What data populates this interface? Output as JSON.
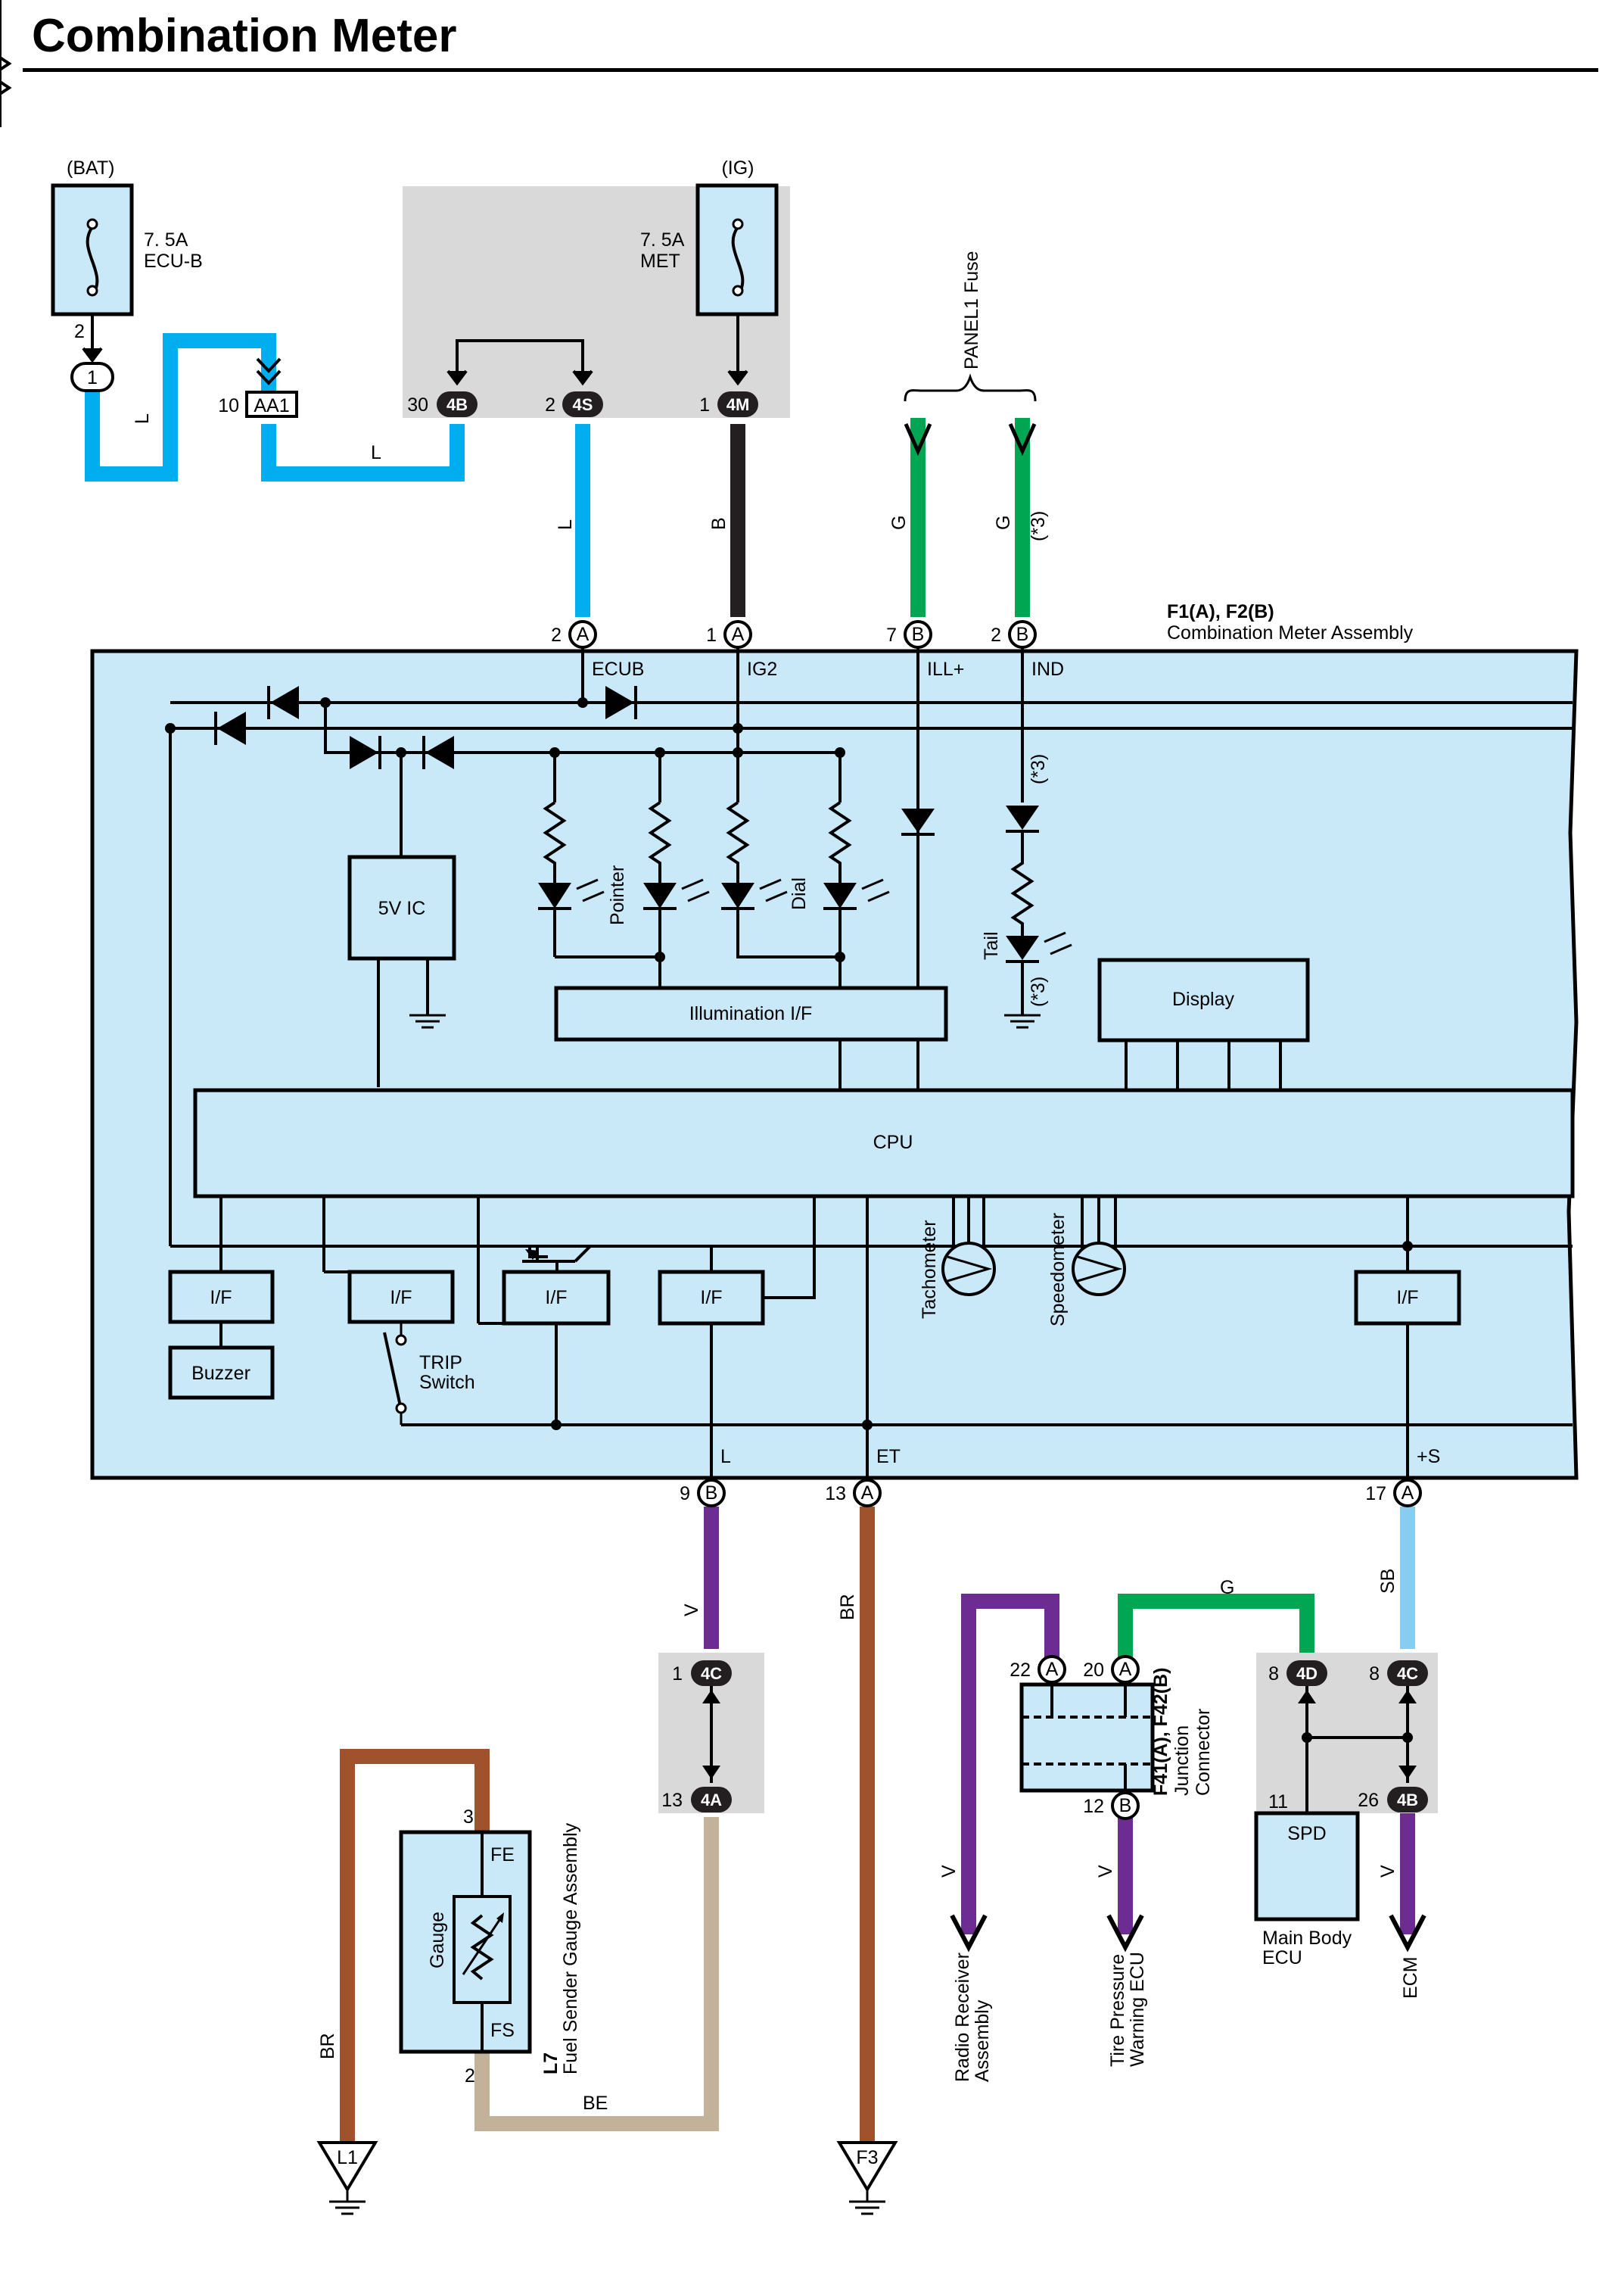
{
  "page": {
    "title": "Combination Meter"
  },
  "colors": {
    "L": "#00aeef",
    "B": "#231f20",
    "G": "#00a651",
    "V": "#6d2c91",
    "BR": "#a0522d",
    "BE": "#c2b29a",
    "SB": "#87cdf2",
    "component_fill": "#c9e8f8",
    "junction_block": "#d9d9d9"
  },
  "fuses": {
    "bat": {
      "source": "(BAT)",
      "rating": "7. 5A",
      "name": "ECU-B",
      "pin": "2"
    },
    "ig": {
      "source": "(IG)",
      "rating": "7. 5A",
      "name": "MET",
      "pin": "1"
    }
  },
  "panel_fuse": {
    "label": "PANEL1 Fuse"
  },
  "connectors": {
    "c1": {
      "pin": "",
      "id": "1"
    },
    "aa1": {
      "pin": "10",
      "id": "AA1"
    },
    "c4b": {
      "pin": "30",
      "id": "4B"
    },
    "c4s": {
      "pin": "2",
      "id": "4S"
    },
    "c4m": {
      "pin": "1",
      "id": "4M"
    },
    "c4c_left": {
      "pin": "1",
      "id": "4C"
    },
    "c4a": {
      "pin": "13",
      "id": "4A"
    },
    "c4d": {
      "pin": "8",
      "id": "4D"
    },
    "c4c_right": {
      "pin": "8",
      "id": "4C"
    },
    "c4b_lower": {
      "pin": "26",
      "id": "4B"
    },
    "j22": {
      "pin": "22",
      "id": "A"
    },
    "j20": {
      "pin": "20",
      "id": "A"
    },
    "j12": {
      "pin": "12",
      "id": "B"
    }
  },
  "wires": {
    "w1": "L",
    "w2": "L",
    "w3": "L",
    "w4": "B",
    "w5": "G",
    "w6": "G",
    "w7": "V",
    "w8": "BR",
    "w9": "BR",
    "w10": "BE",
    "w11": "V",
    "w12": "G",
    "w13": "V",
    "w14": "SB",
    "w15": "V"
  },
  "note_star3": "(*3)",
  "meter": {
    "ref": "F1(A), F2(B)",
    "name": "Combination Meter Assembly",
    "top_pins": [
      {
        "pin": "2",
        "conn": "A",
        "label": "ECUB"
      },
      {
        "pin": "1",
        "conn": "A",
        "label": "IG2"
      },
      {
        "pin": "7",
        "conn": "B",
        "label": "ILL+"
      },
      {
        "pin": "2",
        "conn": "B",
        "label": "IND"
      }
    ],
    "bottom_pins": [
      {
        "pin": "9",
        "conn": "B",
        "label": "L"
      },
      {
        "pin": "13",
        "conn": "A",
        "label": "ET"
      },
      {
        "pin": "17",
        "conn": "A",
        "label": "+S"
      }
    ],
    "blocks": {
      "ic5v": "5V IC",
      "illum": "Illumination I/F",
      "display": "Display",
      "cpu": "CPU",
      "interface": "I/F",
      "buzzer": "Buzzer",
      "trip": "TRIP",
      "trip2": "Switch",
      "pointer": "Pointer",
      "dial": "Dial",
      "tail": "Tail",
      "tachometer": "Tachometer",
      "speedometer": "Speedometer"
    }
  },
  "junction": {
    "ref": "F41(A), F42(B)",
    "name1": "Junction",
    "name2": "Connector"
  },
  "fuel_sender": {
    "ref": "L7",
    "name": "Fuel Sender Gauge Assembly",
    "inner": "Gauge",
    "fe": "FE",
    "fs": "FS",
    "pin_fe": "3",
    "pin_fs": "2"
  },
  "main_body": {
    "block": "SPD",
    "pin": "11",
    "name1": "Main Body",
    "name2": "ECU"
  },
  "destinations": {
    "radio1": "Radio Receiver",
    "radio2": "Assembly",
    "tpws1": "Tire Pressure",
    "tpws2": "Warning ECU",
    "ecm": "ECM"
  },
  "grounds": {
    "l1": "L1",
    "f3": "F3"
  }
}
